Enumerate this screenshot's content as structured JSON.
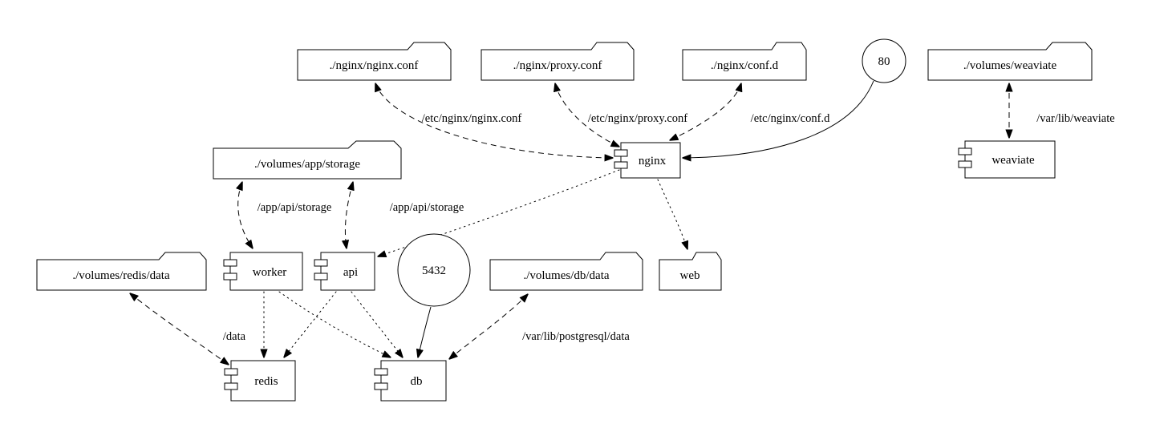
{
  "colors": {
    "stroke": "#000000",
    "node_fill": "#ffffff",
    "background": "#ffffff"
  },
  "diagram": {
    "type": "graphviz-compose-architecture",
    "nodes": {
      "nginx_conf": "./nginx/nginx.conf",
      "proxy_conf": "./nginx/proxy.conf",
      "conf_d": "./nginx/conf.d",
      "port_80": "80",
      "volumes_weaviate": "./volumes/weaviate",
      "volumes_app_storage": "./volumes/app/storage",
      "nginx": "nginx",
      "weaviate": "weaviate",
      "volumes_redis_data": "./volumes/redis/data",
      "worker": "worker",
      "api": "api",
      "port_5432": "5432",
      "volumes_db_data": "./volumes/db/data",
      "web": "web",
      "redis": "redis",
      "db": "db"
    },
    "edge_labels": {
      "nginx_conf_mount": "/etc/nginx/nginx.conf",
      "proxy_conf_mount": "/etc/nginx/proxy.conf",
      "conf_d_mount": "/etc/nginx/conf.d",
      "weaviate_mount": "/var/lib/weaviate",
      "worker_storage_mount": "/app/api/storage",
      "api_storage_mount": "/app/api/storage",
      "redis_mount": "/data",
      "db_mount": "/var/lib/postgresql/data"
    }
  }
}
